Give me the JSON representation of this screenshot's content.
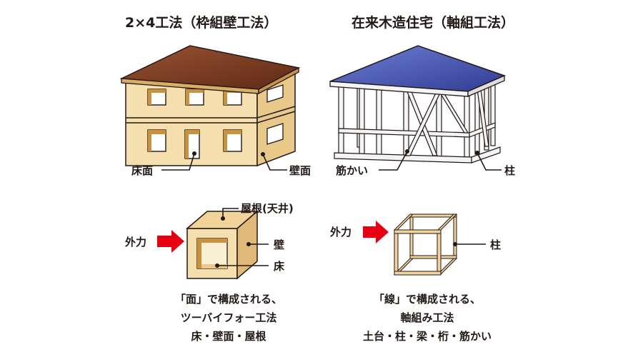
{
  "titles": {
    "left": "2×4工法（枠組壁工法）",
    "right": "在来木造住宅（軸組工法）"
  },
  "house_labels": {
    "floor": "床面",
    "wall_surface": "壁面",
    "brace": "筋かい",
    "pillar": "柱"
  },
  "diagram_labels": {
    "external_force_left": "外力",
    "roof_ceiling": "屋根(天井)",
    "wall": "壁",
    "floor": "床",
    "external_force_right": "外力",
    "pillar": "柱"
  },
  "captions": {
    "left": [
      "「面」で構成される、",
      "ツーバイフォー工法",
      "床・壁面・屋根"
    ],
    "right": [
      "「線」で構成される、",
      "軸組み工法",
      "土台・柱・梁・桁・筋かい"
    ]
  },
  "colors": {
    "roof_brown": "#7a3a22",
    "wall_beige": "#f6dfae",
    "wood_side": "#e0b878",
    "roof_blue": "#4a5ab0",
    "frame_white": "#f4f4f4",
    "arrow_red": "#e60012",
    "ink": "#231815"
  }
}
